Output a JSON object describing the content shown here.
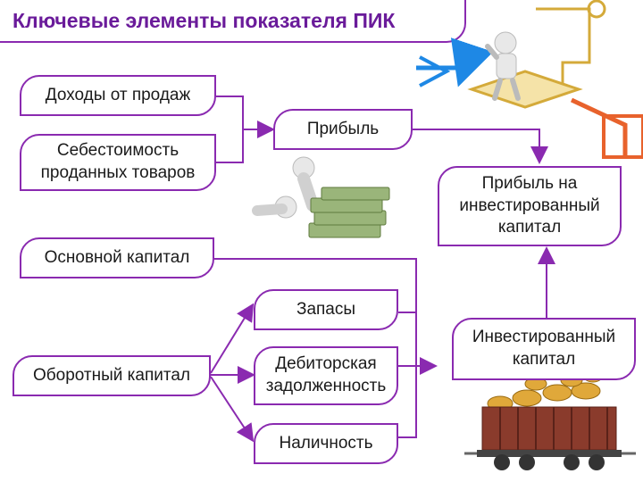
{
  "title": "Ключевые элементы показателя ПИК",
  "boxes": {
    "revenue": "Доходы от продаж",
    "cogs_line1": "Себестоимость",
    "cogs_line2": "проданных товаров",
    "profit": "Прибыль",
    "roi_line1": "Прибыль на",
    "roi_line2": "инвестированный",
    "roi_line3": "капитал",
    "fixed_capital": "Основной капитал",
    "inventory": "Запасы",
    "working_capital": "Оборотный капитал",
    "receivables_line1": "Дебиторская",
    "receivables_line2": "задолженность",
    "cash": "Наличность",
    "invested_line1": "Инвестированный",
    "invested_line2": "капитал"
  },
  "colors": {
    "border": "#8a2ab0",
    "arrow": "#8a2ab0",
    "title": "#6a1b9a"
  }
}
